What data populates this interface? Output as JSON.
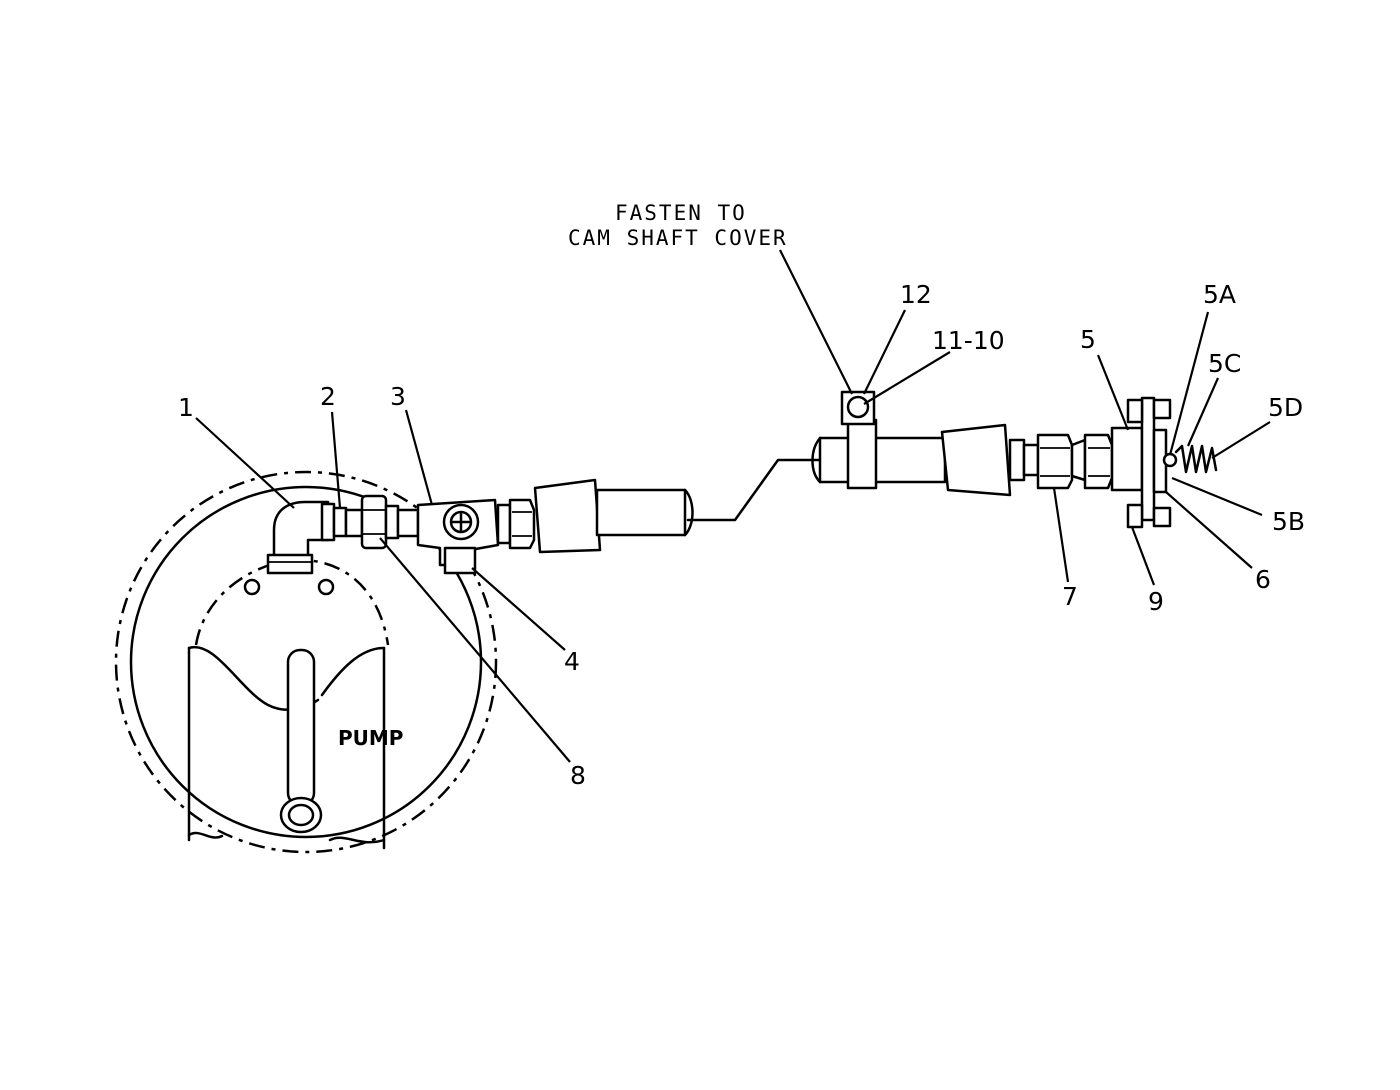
{
  "note": {
    "line1": "FASTEN TO",
    "line2": "CAM SHAFT COVER"
  },
  "pump_label": "PUMP",
  "callouts": {
    "c1": "1",
    "c2": "2",
    "c3": "3",
    "c4": "4",
    "c5": "5",
    "c5a": "5A",
    "c5b": "5B",
    "c5c": "5C",
    "c5d": "5D",
    "c6": "6",
    "c7": "7",
    "c8": "8",
    "c9": "9",
    "c11_10": "11-10",
    "c12": "12"
  }
}
